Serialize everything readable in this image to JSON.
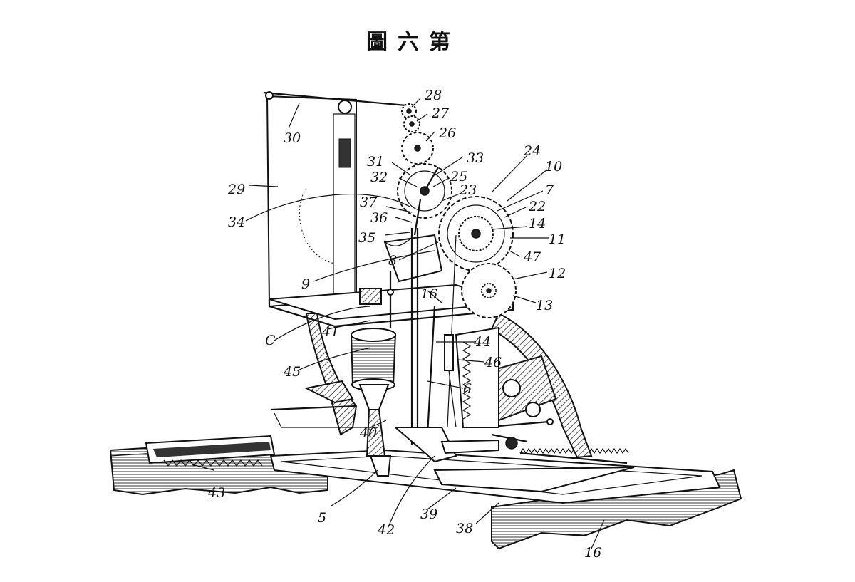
{
  "figure": {
    "title": "圖六第",
    "labels": [
      {
        "id": "28",
        "text": "28"
      },
      {
        "id": "27",
        "text": "27"
      },
      {
        "id": "26",
        "text": "26"
      },
      {
        "id": "30",
        "text": "30"
      },
      {
        "id": "31",
        "text": "31"
      },
      {
        "id": "33",
        "text": "33"
      },
      {
        "id": "24",
        "text": "24"
      },
      {
        "id": "10",
        "text": "10"
      },
      {
        "id": "32",
        "text": "32"
      },
      {
        "id": "25",
        "text": "25"
      },
      {
        "id": "23",
        "text": "23"
      },
      {
        "id": "7",
        "text": "7"
      },
      {
        "id": "29",
        "text": "29"
      },
      {
        "id": "37",
        "text": "37"
      },
      {
        "id": "22",
        "text": "22"
      },
      {
        "id": "34",
        "text": "34"
      },
      {
        "id": "36",
        "text": "36"
      },
      {
        "id": "14",
        "text": "14"
      },
      {
        "id": "35",
        "text": "35"
      },
      {
        "id": "11",
        "text": "11"
      },
      {
        "id": "47",
        "text": "47"
      },
      {
        "id": "8",
        "text": "8"
      },
      {
        "id": "12",
        "text": "12"
      },
      {
        "id": "9",
        "text": "9"
      },
      {
        "id": "16a",
        "text": "16"
      },
      {
        "id": "13",
        "text": "13"
      },
      {
        "id": "C",
        "text": "C"
      },
      {
        "id": "41",
        "text": "41"
      },
      {
        "id": "44",
        "text": "44"
      },
      {
        "id": "46",
        "text": "46"
      },
      {
        "id": "45",
        "text": "45"
      },
      {
        "id": "6",
        "text": "6"
      },
      {
        "id": "40",
        "text": "40"
      },
      {
        "id": "43",
        "text": "43"
      },
      {
        "id": "5",
        "text": "5"
      },
      {
        "id": "39",
        "text": "39"
      },
      {
        "id": "38",
        "text": "38"
      },
      {
        "id": "42",
        "text": "42"
      },
      {
        "id": "16b",
        "text": "16"
      }
    ]
  }
}
